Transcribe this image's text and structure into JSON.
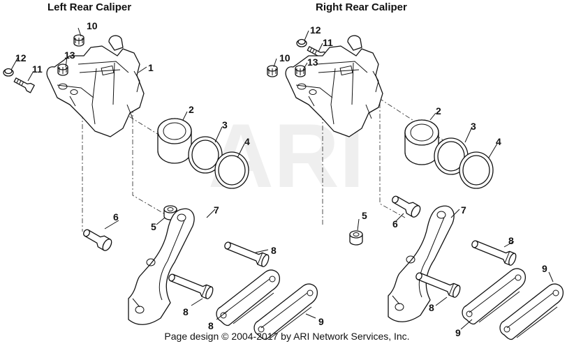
{
  "headings": {
    "left": "Left Rear Caliper",
    "right": "Right Rear Caliper"
  },
  "footer": "Page design © 2004-2017 by ARI Network Services, Inc.",
  "watermark": "ARI",
  "callouts": {
    "left": {
      "c1": "1",
      "c2": "2",
      "c3": "3",
      "c4": "4",
      "c5": "5",
      "c6": "6",
      "c7": "7",
      "c8a": "8",
      "c8b": "8",
      "c8c": "8",
      "c9": "9",
      "c10": "10",
      "c11": "11",
      "c12": "12",
      "c13": "13"
    },
    "right": {
      "c2": "2",
      "c3": "3",
      "c4": "4",
      "c5": "5",
      "c6": "6",
      "c7": "7",
      "c8a": "8",
      "c8b": "8",
      "c9a": "9",
      "c9b": "9",
      "c10": "10",
      "c11": "11",
      "c12": "12",
      "c13": "13"
    }
  }
}
